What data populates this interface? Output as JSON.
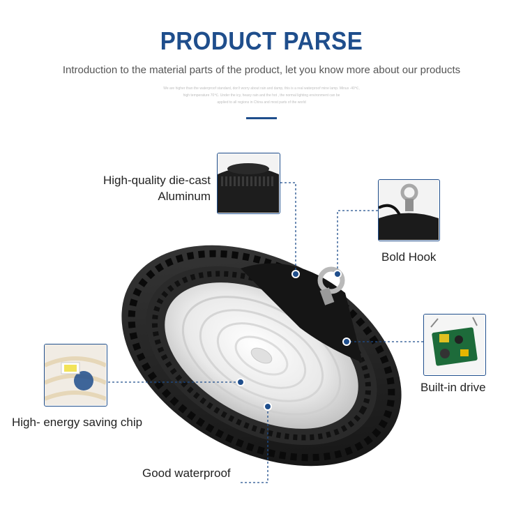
{
  "header": {
    "title": "PRODUCT PARSE",
    "subtitle": "Introduction to the material parts of the product, let you know more about our products",
    "fine_print": [
      "We are higher than the waterproof standard, don't worry about rain and damp, this is a real waterproof mine lamp. Minus -40℃,",
      "high temperature 70℃. Under the icy, heavy rain and the hot , the normal lighting environment can be",
      "applied to all regions in China and most parts of the world"
    ]
  },
  "callouts": {
    "aluminum": {
      "line1": "High-quality die-cast",
      "line2": "Aluminum"
    },
    "hook": "Bold Hook",
    "drive": "Built-in drive",
    "chip": "High- energy saving chip",
    "waterproof": "Good waterproof"
  },
  "colors": {
    "accent": "#1f4e8c",
    "lamp_body": "#1c1c1c"
  }
}
